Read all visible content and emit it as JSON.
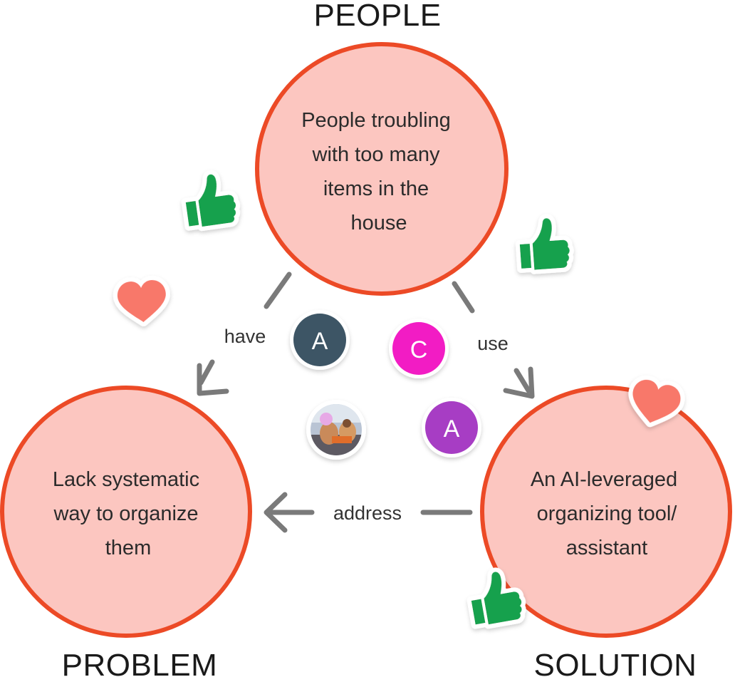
{
  "colors": {
    "circle_fill": "#fcc6c0",
    "circle_stroke": "#ec4a26",
    "connector": "#7a7a7a",
    "thumb_green": "#12a14d",
    "heart": "#f8786b"
  },
  "sections": {
    "people": "PEOPLE",
    "problem": "PROBLEM",
    "solution": "SOLUTION"
  },
  "nodes": {
    "people": [
      "People troubling",
      "with too many",
      "items in the",
      "house"
    ],
    "problem": [
      "Lack systematic",
      "way to organize",
      "them"
    ],
    "solution": [
      "An AI-leveraged",
      "organizing tool/",
      "assistant"
    ]
  },
  "edges": {
    "have": "have",
    "use": "use",
    "address": "address"
  },
  "collaborators": [
    {
      "letter": "A",
      "color": "#3d5565"
    },
    {
      "letter": "C",
      "color": "#f21bc4"
    },
    {
      "letter": "A",
      "color": "#a73cc4"
    },
    {
      "letter": "",
      "color": "#8899b0",
      "kind": "photo"
    }
  ],
  "reactions": [
    "thumbs-up",
    "thumbs-up",
    "thumbs-up",
    "heart",
    "heart"
  ]
}
